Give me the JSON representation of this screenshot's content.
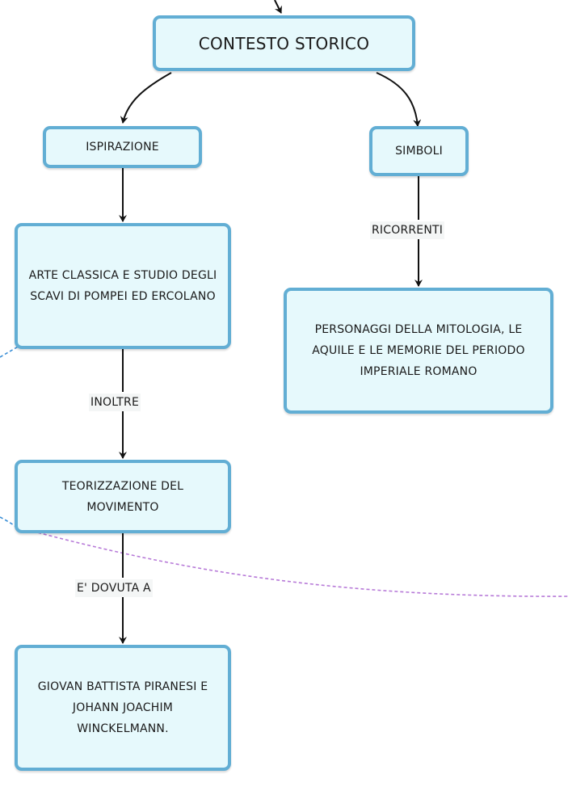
{
  "colors": {
    "node_fill": "#e6f9fc",
    "node_border": "#62aed4",
    "arrow": "#111111",
    "dashed_blue": "#3b8fd6",
    "dashed_purple": "#b77ad8"
  },
  "nodes": {
    "contesto_storico": "CONTESTO STORICO",
    "ispirazione": "ISPIRAZIONE",
    "simboli": "SIMBOLI",
    "arte_classica": "ARTE CLASSICA E STUDIO DEGLI SCAVI DI POMPEI ED ERCOLANO",
    "personaggi": "PERSONAGGI DELLA MITOLOGIA, LE AQUILE E LE MEMORIE DEL PERIODO IMPERIALE ROMANO",
    "teorizzazione": "TEORIZZAZIONE DEL MOVIMENTO",
    "giovan": "GIOVAN BATTISTA PIRANESI E JOHANN JOACHIM WINCKELMANN."
  },
  "links": {
    "ricorrenti": "RICORRENTI",
    "inoltre": "INOLTRE",
    "dovuta": "E' DOVUTA A"
  }
}
